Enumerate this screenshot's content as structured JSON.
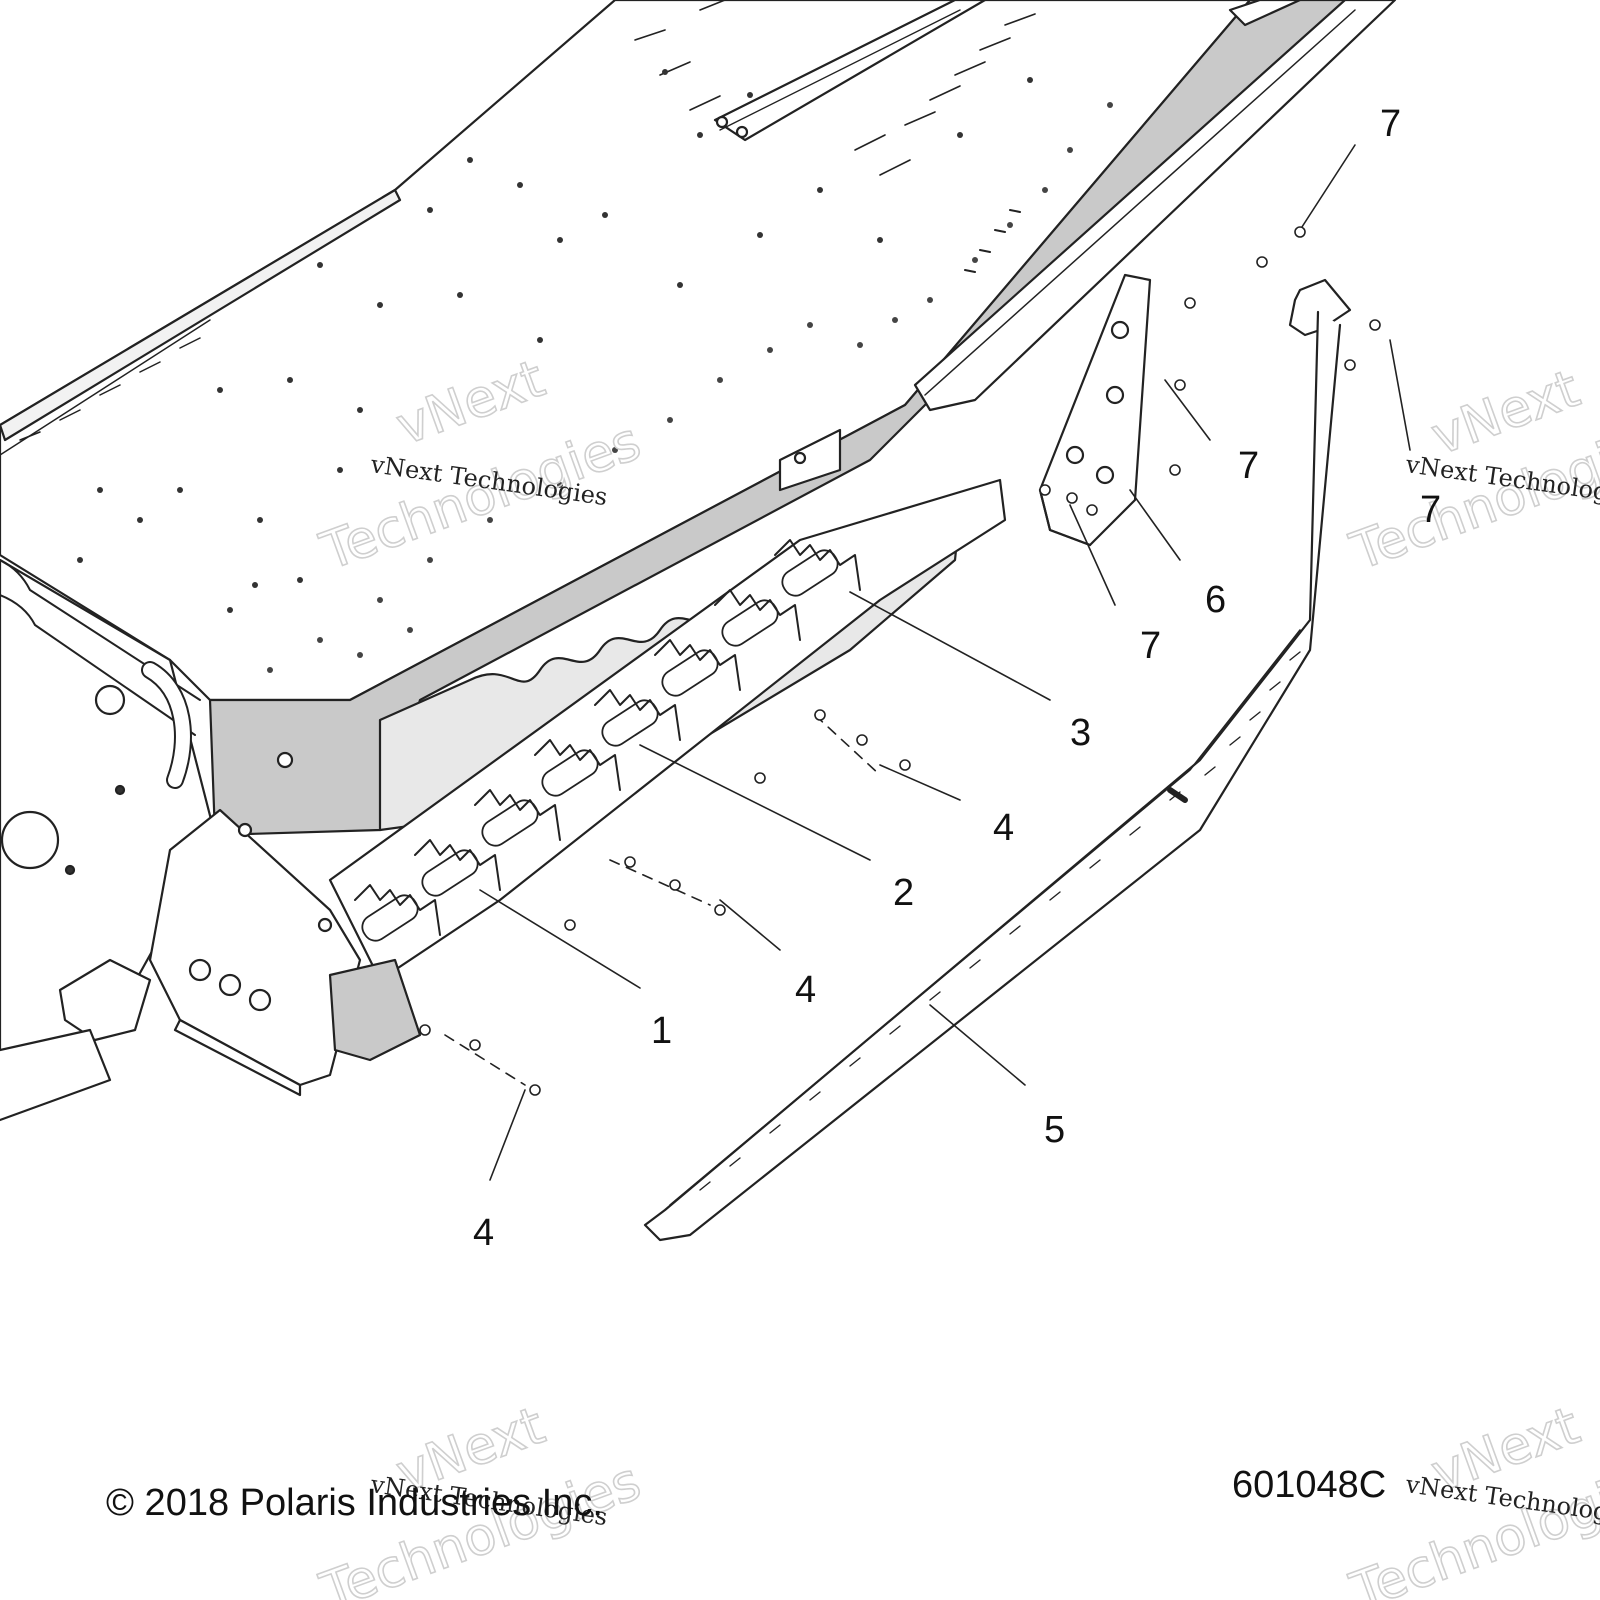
{
  "diagram": {
    "callouts": [
      "1",
      "2",
      "3",
      "4",
      "4",
      "4",
      "5",
      "6",
      "7",
      "7",
      "7",
      "7"
    ],
    "copyright": "© 2018 Polaris Industries Inc.",
    "figure_id": "601048C",
    "watermark": {
      "line": "vNext Technologies",
      "top": "vNext",
      "bottom": "Technologies"
    }
  }
}
